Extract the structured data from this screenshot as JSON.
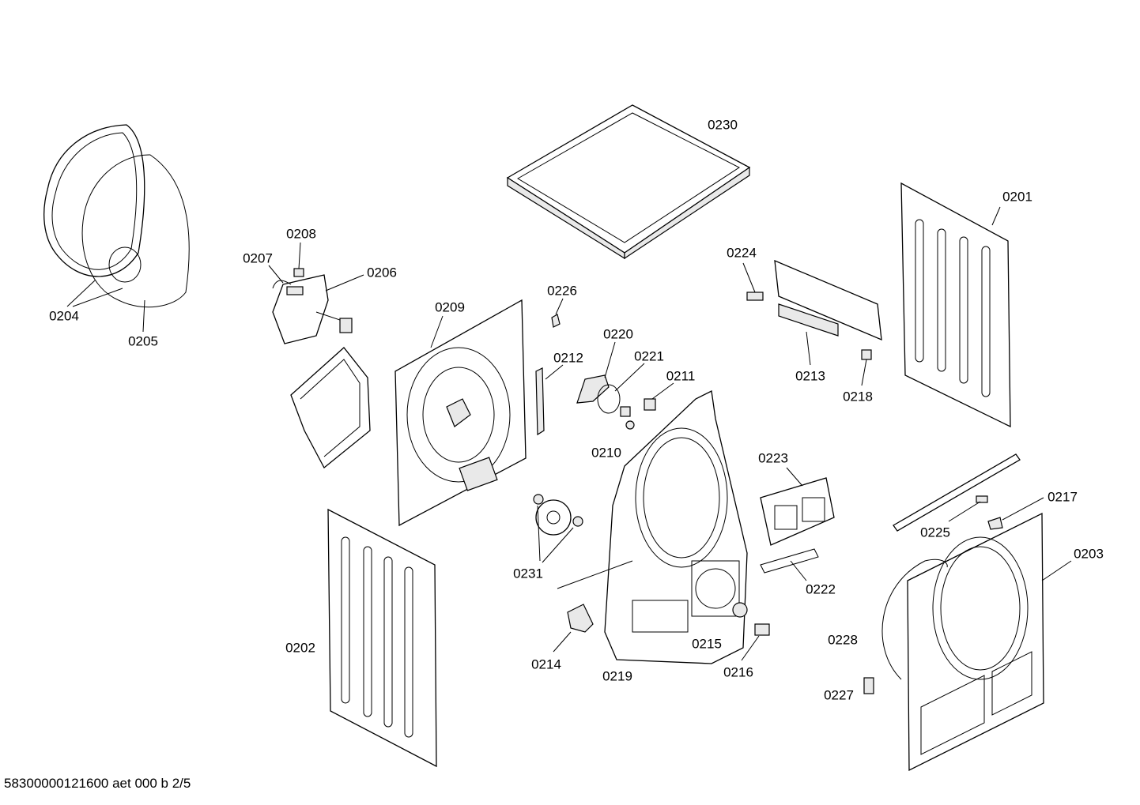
{
  "diagram": {
    "type": "exploded-parts-diagram",
    "part_labels": [
      "0230",
      "0201",
      "0208",
      "0207",
      "0206",
      "0204",
      "0205",
      "0224",
      "0209",
      "0226",
      "0220",
      "0221",
      "0211",
      "0212",
      "0213",
      "0218",
      "0210",
      "0223",
      "0217",
      "0225",
      "0203",
      "0231",
      "0222",
      "0202",
      "0228",
      "0215",
      "0214",
      "0219",
      "0216",
      "0227"
    ],
    "footer": "58300000121600 aet 000 b 2/5"
  }
}
